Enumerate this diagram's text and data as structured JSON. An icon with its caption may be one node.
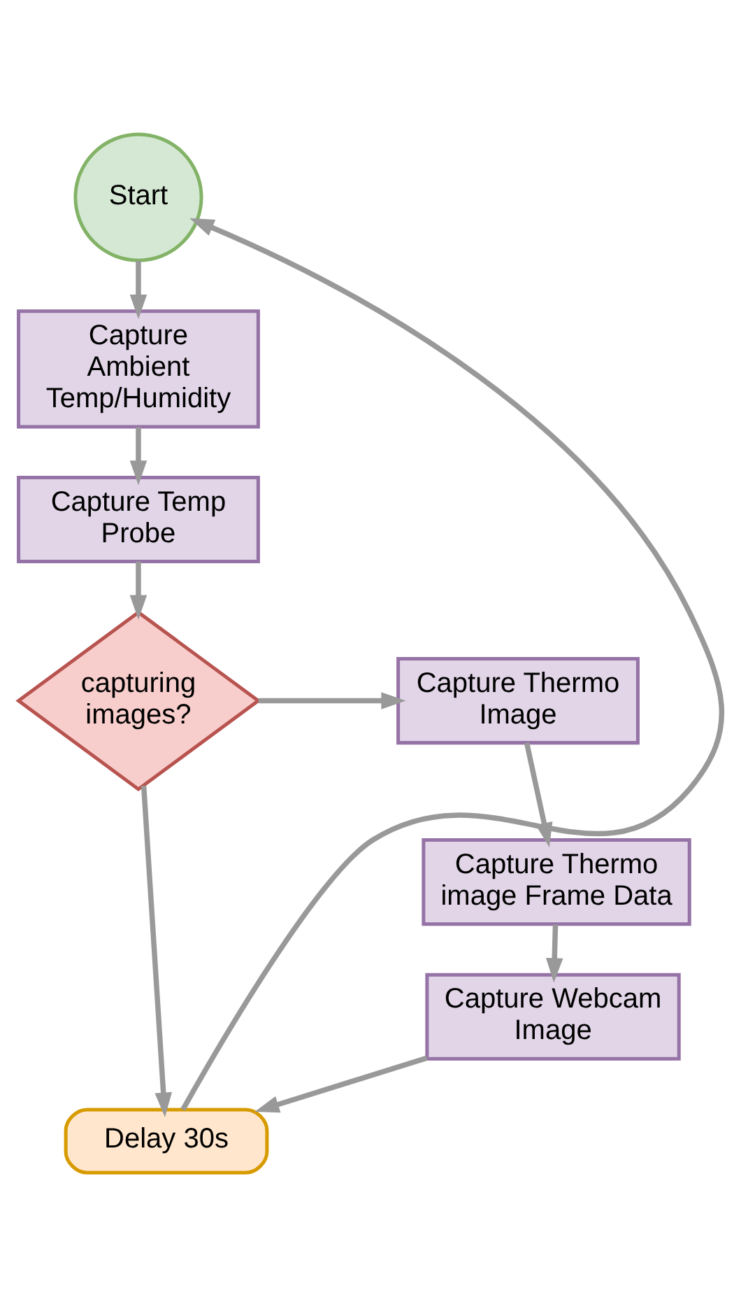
{
  "diagram": {
    "nodes": [
      {
        "text": [
          "Start"
        ]
      },
      {
        "text": [
          "Capture Ambient Temp/Humidity"
        ]
      },
      {
        "text": [
          "Capture Temp Probe"
        ]
      },
      {
        "text": [
          "capturing images?"
        ]
      },
      {
        "text": [
          "Capture Thermo Image"
        ]
      },
      {
        "text": [
          "Capture Thermo image Frame Data"
        ]
      },
      {
        "text": [
          "Capture Webcam Image"
        ]
      },
      {
        "text": [
          "Delay 30s"
        ]
      }
    ],
    "edges": [
      {
        "from": 0,
        "to": 1,
        "arrow": "to"
      },
      {
        "from": 1,
        "to": 2,
        "arrow": "to"
      },
      {
        "from": 2,
        "to": 3,
        "arrow": "to"
      },
      {
        "from": 3,
        "to": 4,
        "arrow": "to"
      },
      {
        "from": 4,
        "to": 5,
        "arrow": "to"
      },
      {
        "from": 5,
        "to": 6,
        "arrow": "to"
      },
      {
        "from": 3,
        "to": 7,
        "arrow": "to"
      },
      {
        "from": 6,
        "to": 7,
        "arrow": "to"
      },
      {
        "from": 7,
        "to": 0,
        "arrow": "to"
      }
    ]
  }
}
